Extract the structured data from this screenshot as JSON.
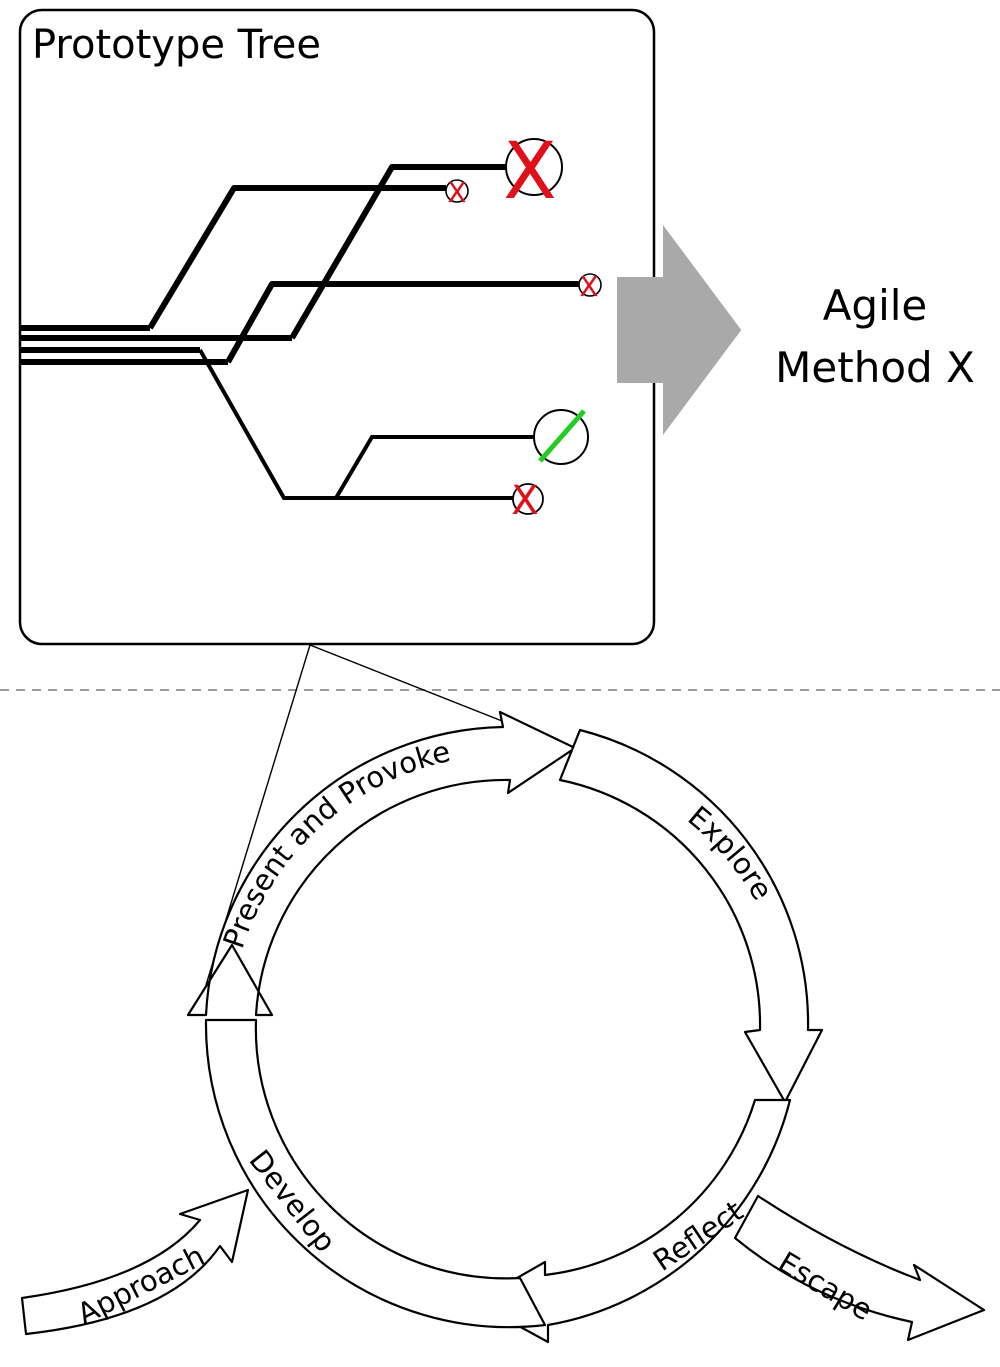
{
  "prototype_tree": {
    "title": "Prototype Tree",
    "outcomes": {
      "rejected_marker": "X",
      "rejected_color": "#e0101a",
      "accepted_color": "#22cc22"
    }
  },
  "result": {
    "line1": "Agile",
    "line2": "Method X"
  },
  "cycle": {
    "approach": "Approach",
    "develop": "Develop",
    "present_and_provoke": "Present and Provoke",
    "explore": "Explore",
    "reflect": "Reflect",
    "escape": "Escape"
  },
  "colors": {
    "big_arrow": "#a9a9a9",
    "divider": "#9a9a9a"
  }
}
